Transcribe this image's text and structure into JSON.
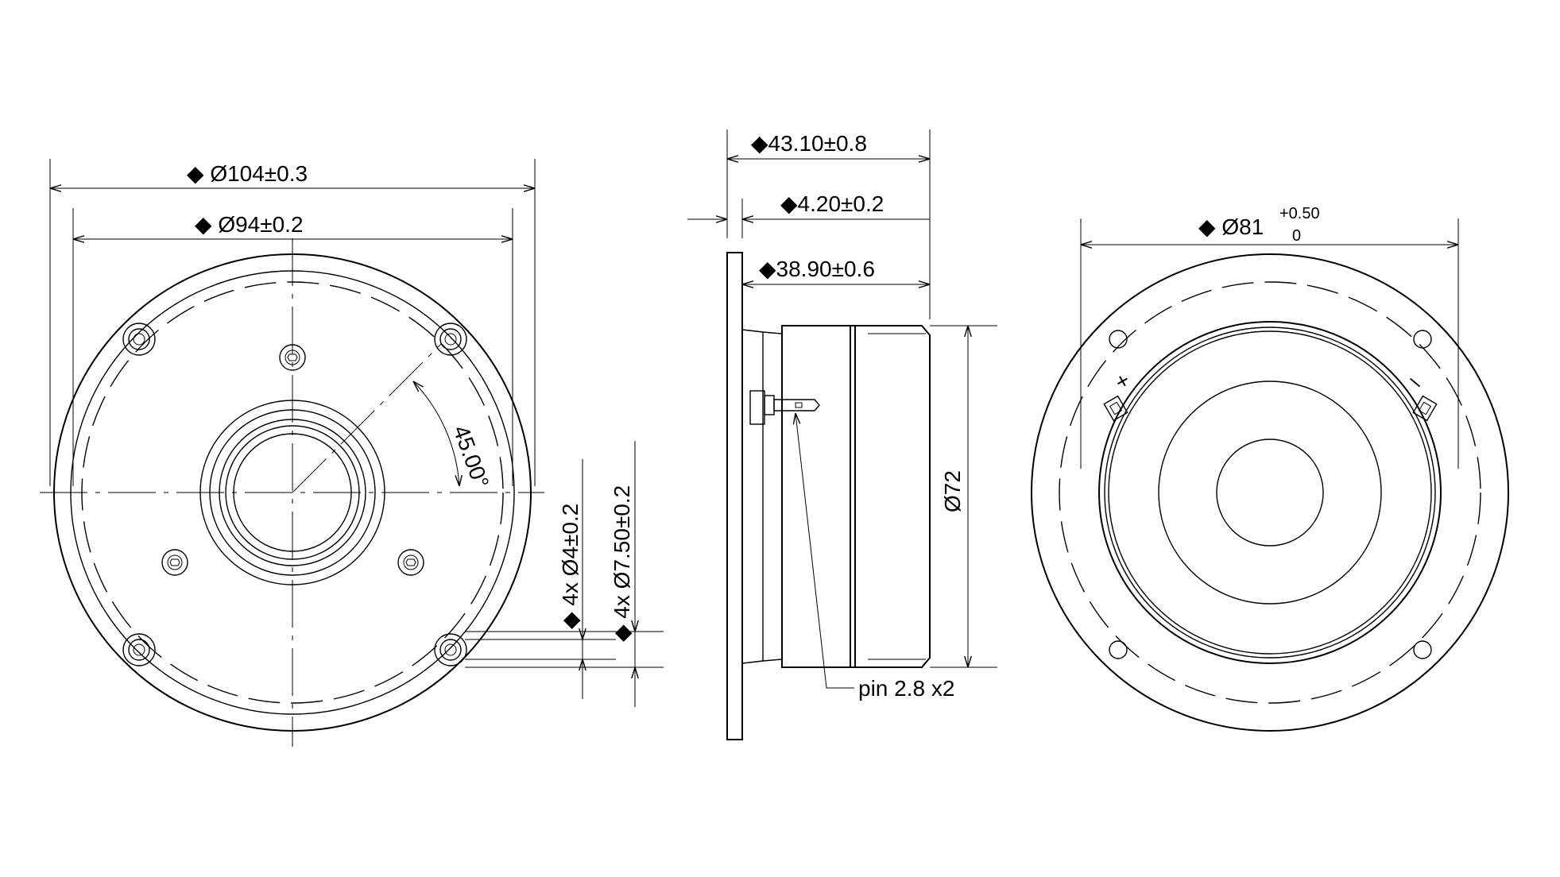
{
  "drawing": {
    "front_view": {
      "outer_diameter_label": "◆ Ø104±0.3",
      "bolt_circle_label": "◆ Ø94±0.2",
      "angle_label": "45.00°",
      "hole_diameter_label": "◆ 4x Ø4±0.2",
      "counterbore_label": "◆ 4x Ø7.50±0.2"
    },
    "side_view": {
      "total_depth_label": "◆43.10±0.8",
      "flange_thickness_label": "◆4.20±0.2",
      "body_depth_label": "◆38.90±0.6",
      "body_diameter_label": "Ø72",
      "pin_label": "pin 2.8 x2"
    },
    "rear_view": {
      "cutout_diameter_label": "◆ Ø81",
      "tolerance_upper": "+0.50",
      "tolerance_lower": "0",
      "plus_terminal": "+",
      "minus_terminal": "–"
    }
  }
}
